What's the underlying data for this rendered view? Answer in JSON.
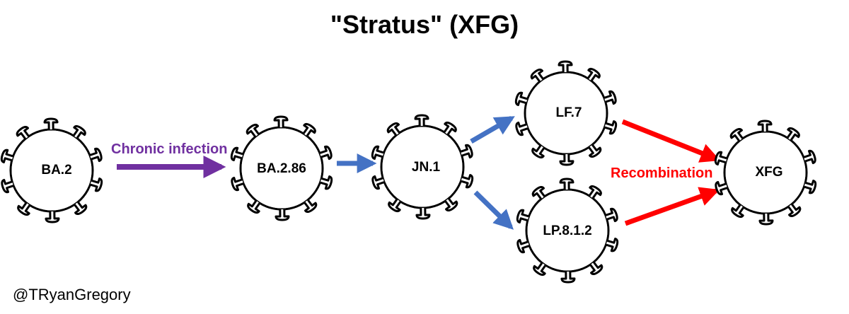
{
  "title": "\"Stratus\" (XFG)",
  "nodes": [
    {
      "id": "ba2",
      "label": "BA.2"
    },
    {
      "id": "ba286",
      "label": "BA.2.86"
    },
    {
      "id": "jn1",
      "label": "JN.1"
    },
    {
      "id": "lf7",
      "label": "LF.7"
    },
    {
      "id": "lp812",
      "label": "LP.8.1.2"
    },
    {
      "id": "xfg",
      "label": "XFG"
    }
  ],
  "edges": [
    {
      "from": "ba2",
      "to": "ba286",
      "label": "Chronic infection",
      "color": "#7030a0"
    },
    {
      "from": "ba286",
      "to": "jn1",
      "color": "#4472c4"
    },
    {
      "from": "jn1",
      "to": "lf7",
      "color": "#4472c4"
    },
    {
      "from": "jn1",
      "to": "lp812",
      "color": "#4472c4"
    },
    {
      "from": "lf7",
      "to": "xfg",
      "color": "#ff0000"
    },
    {
      "from": "lp812",
      "to": "xfg",
      "color": "#ff0000"
    }
  ],
  "edge_labels": {
    "chronic": "Chronic infection",
    "recombination": "Recombination"
  },
  "colors": {
    "chronic": "#7030a0",
    "lineage": "#4472c4",
    "recombination": "#ff0000"
  },
  "credit": "@TRyanGregory"
}
